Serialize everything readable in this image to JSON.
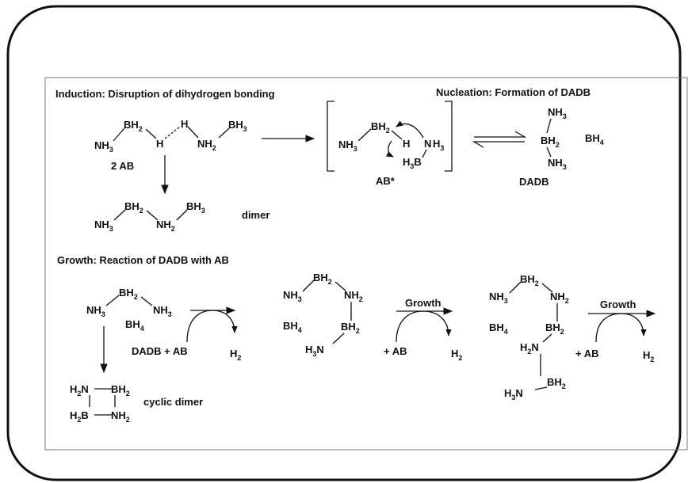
{
  "headers": {
    "induction": "Induction:  Disruption of dihydrogen bonding",
    "nucleation": "Nucleation: Formation of DADB",
    "growth": "Growth:  Reaction of DADB with AB"
  },
  "labels": {
    "two_ab": "2 AB",
    "ab_star": "AB*",
    "dadb": "DADB",
    "dimer": "dimer",
    "cyclic_dimer": "cyclic dimer",
    "dadb_plus_ab": "DADB + AB",
    "plus_ab_1": "+ AB",
    "plus_ab_2": "+ AB",
    "h2_1": "H",
    "h2_2": "H",
    "h2_3": "H",
    "growth_1": "Growth",
    "growth_2": "Growth"
  },
  "groups": {
    "nh3": "NH",
    "bh3": "BH",
    "bh2": "BH",
    "nh2": "NH",
    "bh4": "BH",
    "h3b": "H",
    "h3n": "H",
    "h2n": "H",
    "h2b": "H",
    "h": "H",
    "n": "N",
    "b": "B"
  },
  "subscripts": {
    "three": "3",
    "two": "2",
    "four": "4"
  }
}
